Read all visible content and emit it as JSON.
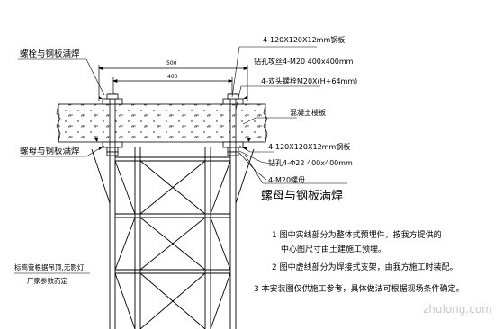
{
  "labels": {
    "bolt_weld_top": "螺栓与钢板满焊",
    "plate_top": "4-120X120X12mm钢板",
    "drill_top": "钻孔攻丝4-M20 400x400mm",
    "stud_bolt": "4-双头螺栓M20X(H+64mm)",
    "slab": "混凝土楼板",
    "nut_weld_left": "螺母与钢板满焊",
    "plate_bottom": "4-120X120X12mm钢板",
    "drill_bottom": "钻孔4-Φ22 400x400mm",
    "nut": "4-M20螺母",
    "nut_weld_big": "螺母与钢板满焊",
    "bottom_note_1": "标高管根据吊顶,无影灯",
    "bottom_note_2": "厂家参数而定"
  },
  "dimensions": {
    "outer": "500",
    "inner": "400"
  },
  "notes": [
    "1 图中实线部分为整体式预埋件，按我方提供的",
    "中心图尺寸由土建施工预埋。",
    "2 图中虚线部分为焊接式支架，由我方施工时装配。",
    "3 本安装图仅供施工参考，具体做法可根据现场条件确定。"
  ],
  "watermark": "zhulong.com"
}
